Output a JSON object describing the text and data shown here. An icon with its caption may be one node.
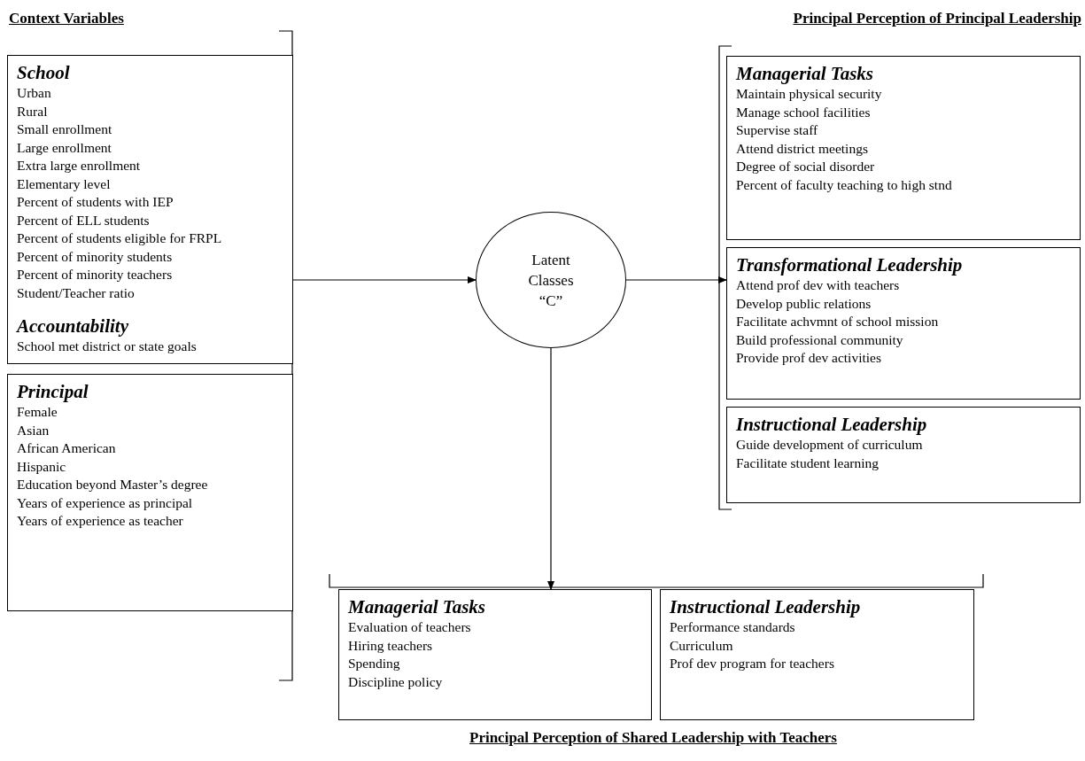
{
  "diagram": {
    "nodes": [
      {
        "text": [
          "School",
          "Urban",
          "Rural",
          "Small enrollment",
          "Large enrollment",
          "Extra large enrollment",
          "Elementary level",
          "Percent of students with IEP",
          "Percent of ELL students",
          "Percent of students eligible for FRPL",
          "Percent of minority students",
          "Percent of minority teachers",
          "Student/Teacher ratio",
          "Accountability",
          "School met district or state goals"
        ]
      },
      {
        "text": [
          "Principal",
          "Female",
          "Asian",
          "African American",
          "Hispanic",
          "Education beyond Master’s degree",
          "Years of experience as principal",
          "Years of experience as teacher"
        ]
      },
      {
        "text": [
          "Latent Classes “C”"
        ]
      },
      {
        "text": [
          "Managerial Tasks",
          "Maintain physical security",
          "Manage school facilities",
          "Supervise staff",
          "Attend district meetings",
          "Degree of social disorder",
          "Percent of faculty teaching to high stnd"
        ]
      },
      {
        "text": [
          "Transformational Leadership",
          "Attend prof dev with teachers",
          "Develop public relations",
          "Facilitate achvmnt of school mission",
          "Build professional community",
          "Provide prof dev activities"
        ]
      },
      {
        "text": [
          "Instructional Leadership",
          "Guide development of curriculum",
          "Facilitate student learning"
        ]
      },
      {
        "text": [
          "Managerial Tasks",
          "Evaluation of teachers",
          "Hiring teachers",
          "Spending",
          "Discipline policy"
        ]
      },
      {
        "text": [
          "Instructional Leadership",
          "Performance standards",
          "Curriculum",
          "Prof dev program for teachers"
        ]
      }
    ],
    "edges": [
      {
        "from": 0,
        "to": 2,
        "arrow": "to"
      },
      {
        "from": 2,
        "to": 4,
        "arrow": "to"
      },
      {
        "from": 2,
        "to": 6,
        "arrow": "to"
      }
    ],
    "labels": [
      "Context Variables",
      "Principal Perception of Principal Leadership",
      "Principal Perception of Shared Leadership with Teachers"
    ]
  }
}
